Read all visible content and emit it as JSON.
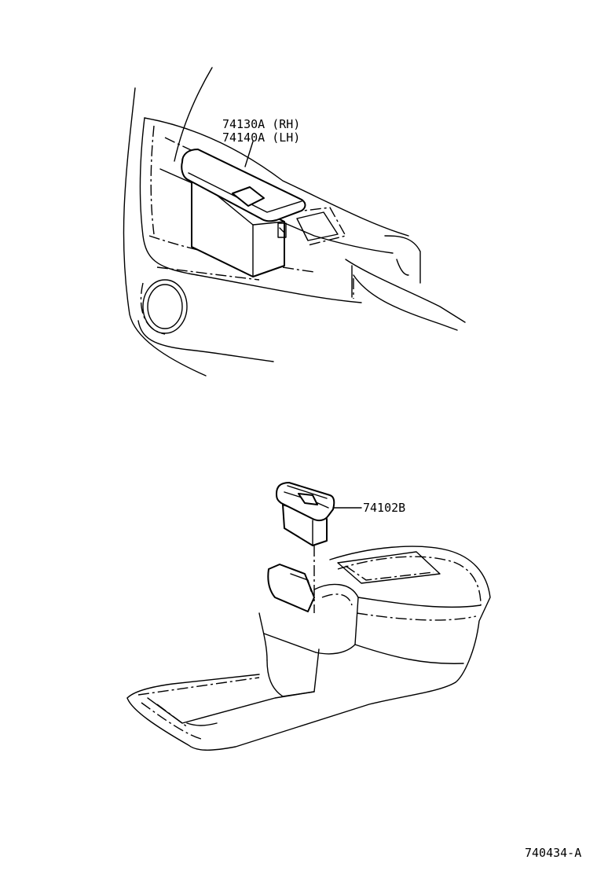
{
  "labels": {
    "door_part_rh": "74130A (RH)",
    "door_part_lh": "74140A (LH)",
    "console_part": "74102B",
    "diagram_id": "740434-A"
  }
}
